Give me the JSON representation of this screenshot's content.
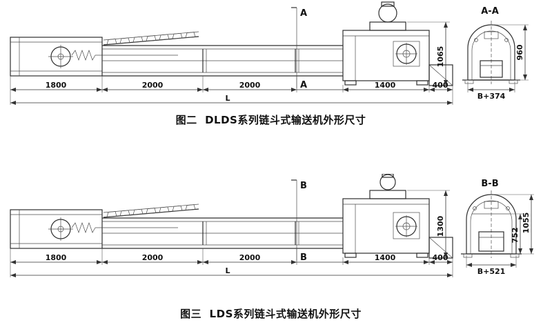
{
  "page": {
    "background": "#ffffff",
    "ink": "#2e2e2e"
  },
  "fig2": {
    "caption": "图二  DLDS系列链斗式输送机外形尺寸",
    "cut_label_top": "A",
    "cut_label_bottom": "A",
    "section_title": "A-A",
    "dims": {
      "seg1": "1800",
      "seg2": "2000",
      "seg3": "2000",
      "seg4": "1400",
      "seg5": "400",
      "total": "L",
      "height": "1065",
      "section_height": "960",
      "section_width": "B+374"
    }
  },
  "fig3": {
    "caption": "图三  LDS系列链斗式输送机外形尺寸",
    "cut_label_top": "B",
    "cut_label_bottom": "B",
    "section_title": "B-B",
    "dims": {
      "seg1": "1800",
      "seg2": "2000",
      "seg3": "2000",
      "seg4": "1400",
      "seg5": "400",
      "total": "L",
      "height": "1300",
      "section_height_outer": "1055",
      "section_height_inner": "752",
      "section_width": "B+521"
    }
  }
}
